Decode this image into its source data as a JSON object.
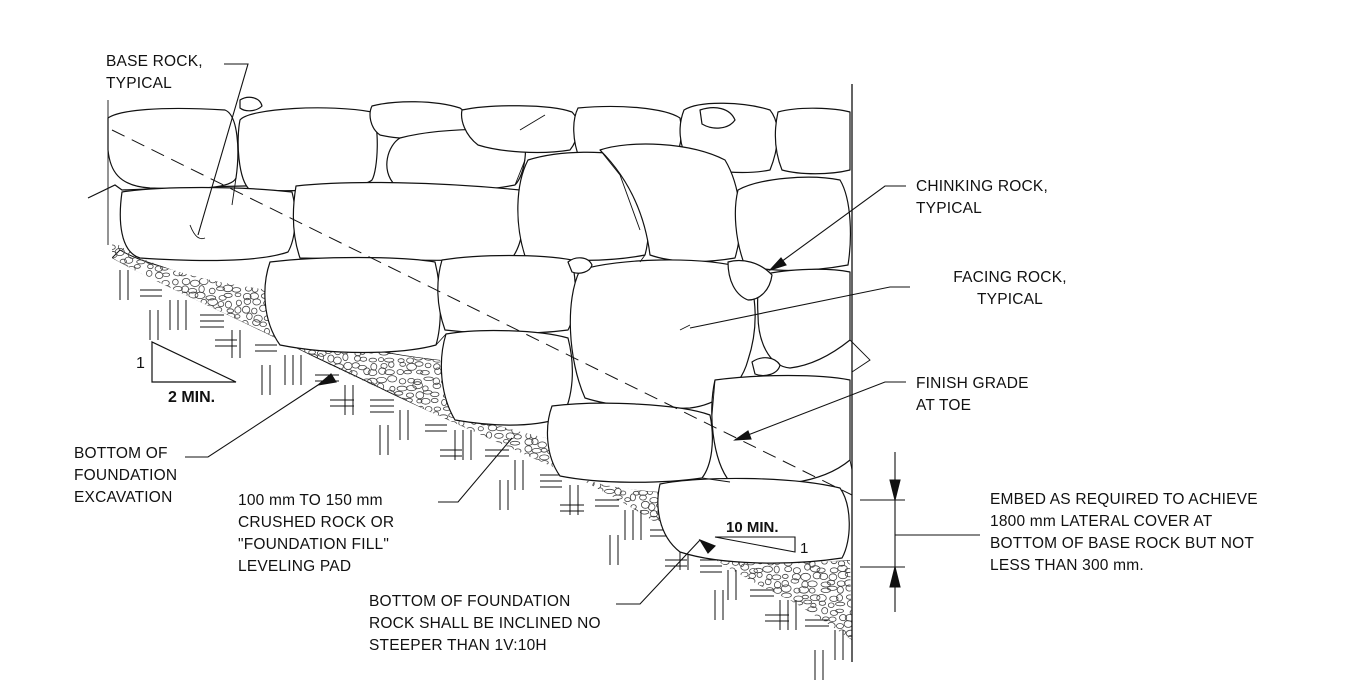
{
  "labels": {
    "base_rock": [
      "BASE ROCK,",
      "TYPICAL"
    ],
    "chinking_rock": [
      "CHINKING ROCK,",
      "TYPICAL"
    ],
    "facing_rock": [
      "FACING ROCK,",
      "TYPICAL"
    ],
    "finish_grade": [
      "FINISH GRADE",
      "AT TOE"
    ],
    "bottom_excavation": [
      "BOTTOM OF",
      "FOUNDATION",
      "EXCAVATION"
    ],
    "crushed_rock": [
      "100 mm TO 150 mm",
      "CRUSHED ROCK OR",
      "\"FOUNDATION FILL\"",
      "LEVELING PAD"
    ],
    "bottom_foundation_rock": [
      "BOTTOM OF FOUNDATION",
      "ROCK SHALL BE INCLINED NO",
      "STEEPER THAN 1V:10H"
    ],
    "embed": [
      "EMBED AS REQUIRED TO ACHIEVE",
      "1800 mm LATERAL COVER AT",
      "BOTTOM OF BASE ROCK BUT NOT",
      "LESS THAN 300 mm."
    ]
  },
  "slope_left": {
    "rise": "1",
    "run": "2 MIN."
  },
  "slope_base": {
    "rise": "1",
    "run": "10 MIN."
  },
  "colors": {
    "line": "#111111",
    "background": "#ffffff"
  }
}
